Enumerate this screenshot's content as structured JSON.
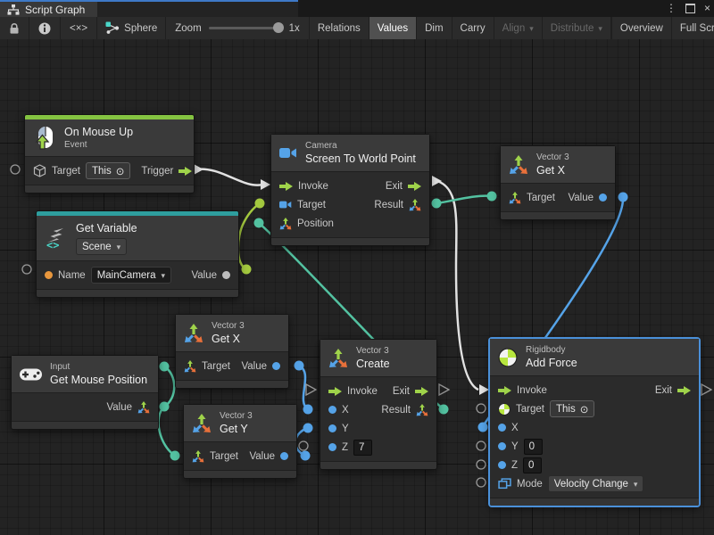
{
  "tab_bar": {
    "tab_label": "Script Graph"
  },
  "icons": {
    "dropdown": "▾",
    "target": "⊙",
    "menu": "⋮",
    "close": "×",
    "code": "<×>"
  },
  "toolbar": {
    "macro_name": "Sphere",
    "zoom_label": "Zoom",
    "zoom_value": "1x",
    "relations": "Relations",
    "values": "Values",
    "dim": "Dim",
    "carry": "Carry",
    "align": "Align",
    "distribute": "Distribute",
    "overview": "Overview",
    "full_screen": "Full Screen"
  },
  "nodes": {
    "on_mouse_up": {
      "title": "On Mouse Up",
      "category": "Event",
      "target_label": "Target",
      "target_value": "This",
      "trigger_label": "Trigger"
    },
    "get_variable": {
      "title": "Get Variable",
      "scope": "Scene",
      "name_label": "Name",
      "name_value": "MainCamera",
      "value_label": "Value"
    },
    "camera": {
      "category": "Camera",
      "title": "Screen To World Point",
      "invoke_label": "Invoke",
      "exit_label": "Exit",
      "target_label": "Target",
      "result_label": "Result",
      "position_label": "Position"
    },
    "get_x_top": {
      "category": "Vector 3",
      "title": "Get X",
      "target_label": "Target",
      "value_label": "Value"
    },
    "get_mouse_position": {
      "category": "Input",
      "title": "Get Mouse Position",
      "value_label": "Value"
    },
    "get_x_mid": {
      "category": "Vector 3",
      "title": "Get X",
      "target_label": "Target",
      "value_label": "Value"
    },
    "get_y": {
      "category": "Vector 3",
      "title": "Get Y",
      "target_label": "Target",
      "value_label": "Value"
    },
    "create": {
      "category": "Vector 3",
      "title": "Create",
      "invoke_label": "Invoke",
      "exit_label": "Exit",
      "x_label": "X",
      "result_label": "Result",
      "y_label": "Y",
      "z_label": "Z",
      "z_value": "7"
    },
    "add_force": {
      "category": "Rigidbody",
      "title": "Add Force",
      "invoke_label": "Invoke",
      "exit_label": "Exit",
      "target_label": "Target",
      "target_value": "This",
      "x_label": "X",
      "y_label": "Y",
      "y_value": "0",
      "z_label": "Z",
      "z_value": "0",
      "mode_label": "Mode",
      "mode_value": "Velocity Change"
    }
  },
  "colors": {
    "event_bar": "#84C341",
    "variable_bar": "#2E9E9E",
    "selection": "#4A90D9",
    "flow_arrow": "#9FD34A",
    "wire_white": "#E2E2E2",
    "wire_lime": "#A4C93F",
    "wire_teal": "#53C2A1",
    "wire_blue": "#55A3E8",
    "port_orange": "#E8973D"
  }
}
